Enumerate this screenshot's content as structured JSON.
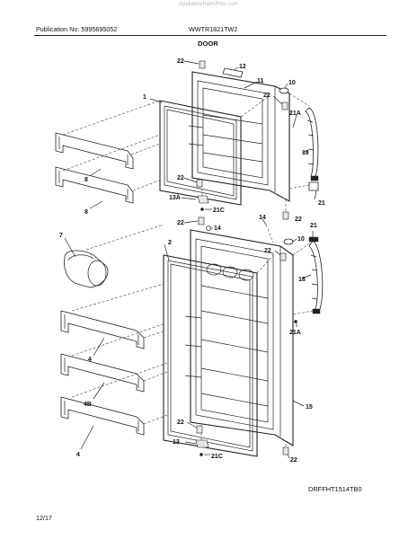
{
  "header": {
    "watermark": "AppliancePartsPros.com",
    "publication": "Publication No: 5995695052",
    "model": "WWTR1821TW2",
    "section_title": "DOOR"
  },
  "footer": {
    "page": "12/17",
    "drawing_code": "DRFFHT1514TB0"
  },
  "callouts": {
    "c22a": "22",
    "c12": "12",
    "c11": "11",
    "c10a": "10",
    "c1": "1",
    "c22b": "22",
    "c21a_top": "21A",
    "c18a": "18",
    "c8a": "8",
    "c22c": "22",
    "c13a": "13A",
    "c21c_top": "21C",
    "c21a": "21",
    "c22d": "22",
    "c8b": "8",
    "c14a": "14",
    "c22e": "22",
    "c14b": "14",
    "c7": "7",
    "c2": "2",
    "c22f": "22",
    "c10b": "10",
    "c21b": "21",
    "c18b": "18",
    "c21a_bot": "21A",
    "c4a": "4",
    "c15": "15",
    "c4b": "4B",
    "c4c": "4",
    "c22g": "22",
    "c13": "13",
    "c22h": "22",
    "c21c_bot": "21C"
  }
}
